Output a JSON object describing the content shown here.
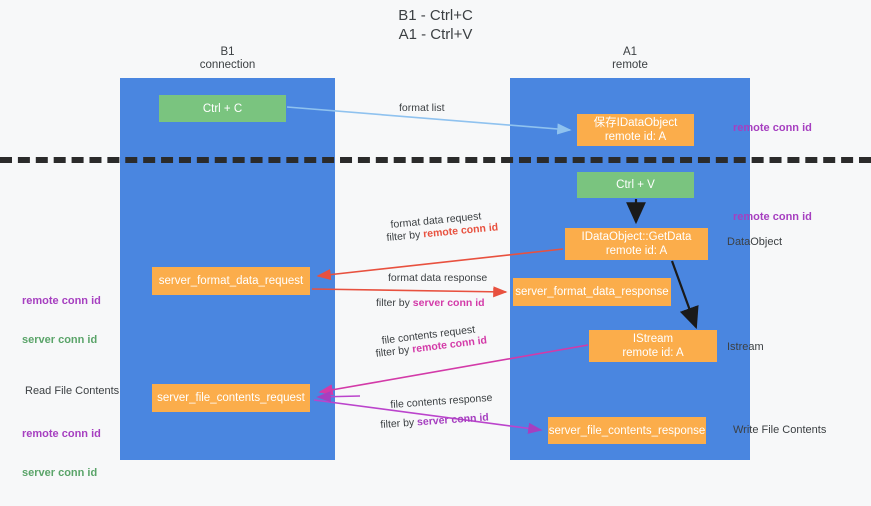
{
  "title": "B1 - Ctrl+C\nA1 - Ctrl+V",
  "lanes": [
    {
      "name": "lane-b1",
      "label": "B1\nconnection",
      "color": "#4a86e0"
    },
    {
      "name": "lane-a1",
      "label": "A1\nremote",
      "color": "#4a86e0"
    }
  ],
  "colors": {
    "lane": "#4a86e0",
    "green_node": "#7ac47f",
    "orange_node": "#fbad4b",
    "divider": "#2b2b2b",
    "purple_text": "#a63fc0",
    "green_text": "#5aa469",
    "red_arrow": "#e8513f",
    "pink_arrow": "#d33aa8",
    "purple_arrow": "#a63fc0",
    "blue_arrow": "#8fc2ef",
    "black_arrow": "#1a1a1a",
    "page_bg": "#f7f8f9"
  },
  "nodes": {
    "ctrl_c": {
      "label": "Ctrl + C",
      "style": "green"
    },
    "save_idataobject": {
      "line1": "保存IDataObject",
      "line2": "remote id: A",
      "style": "orange"
    },
    "ctrl_v": {
      "label": "Ctrl + V",
      "style": "green"
    },
    "getdata": {
      "line1": "IDataObject::GetData",
      "line2": "remote id: A",
      "style": "orange"
    },
    "server_format_data_request": {
      "label": "server_format_data_request",
      "style": "orange"
    },
    "server_format_data_response": {
      "label": "server_format_data_response",
      "style": "orange"
    },
    "istream": {
      "line1": "IStream",
      "line2": "remote id: A",
      "style": "orange"
    },
    "server_file_contents_request": {
      "label": "server_file_contents_request",
      "style": "orange"
    },
    "server_file_contents_response": {
      "label": "server_file_contents_response",
      "style": "orange"
    }
  },
  "edge_labels": {
    "format_list": "format list",
    "format_data_request": "format data request",
    "format_data_request_filter_prefix": "filter by ",
    "format_data_request_filter_key": "remote conn id",
    "format_data_response": "format data response",
    "format_data_response_filter_prefix": "filter by ",
    "format_data_response_filter_key": "server conn id",
    "file_contents_request": "file contents request",
    "file_contents_request_filter_prefix": "filter by ",
    "file_contents_request_filter_key": "remote conn id",
    "file_contents_response": "file contents response",
    "file_contents_response_filter_prefix": "filter by ",
    "file_contents_response_filter_key": "server conn id"
  },
  "annotations": {
    "right_remote_conn_id_top": "remote conn id",
    "right_remote_conn_id_mid": "remote conn id",
    "right_dataobject": "DataObject",
    "right_istream": "Istream",
    "right_write_file_contents": "Write File Contents",
    "left_remote_conn_id": "remote conn id",
    "left_server_conn_id": "server conn id",
    "left_read_file_contents": "Read File Contents",
    "left_remote_conn_id_2": "remote conn id",
    "left_server_conn_id_2": "server conn id"
  }
}
